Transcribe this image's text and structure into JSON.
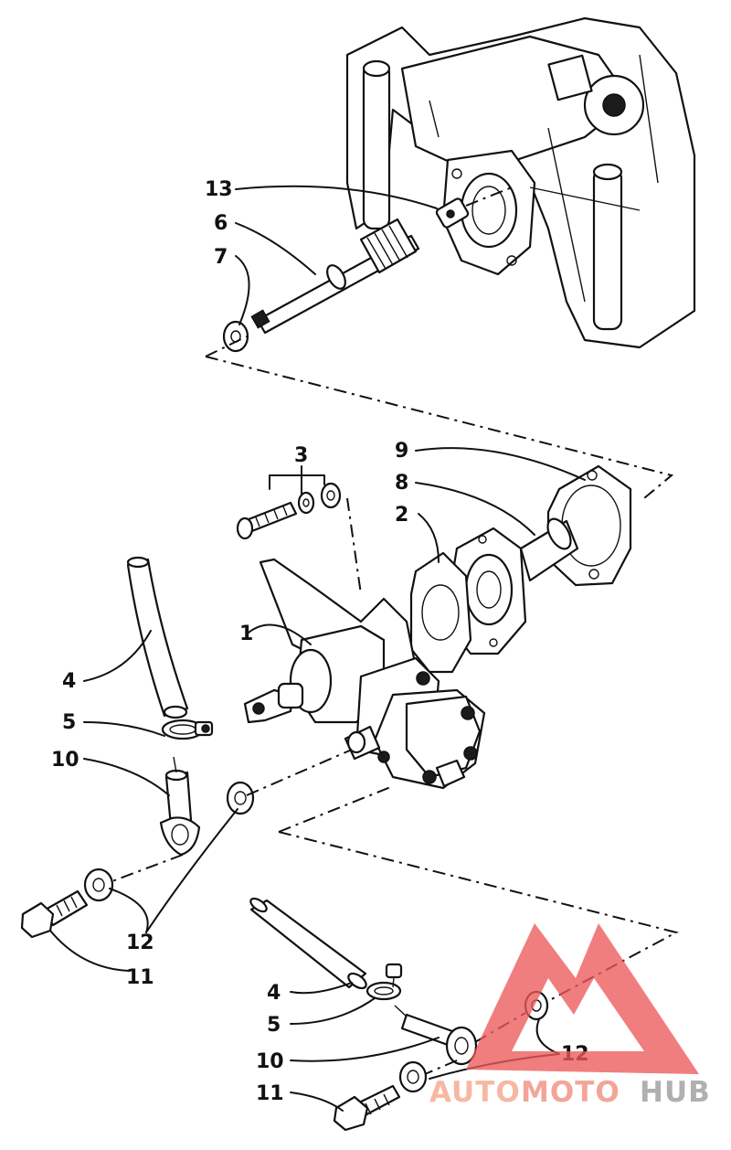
{
  "callouts": {
    "c13": "13",
    "c6": "6",
    "c7": "7",
    "c3": "3",
    "c9": "9",
    "c8": "8",
    "c2": "2",
    "c1": "1",
    "c4a": "4",
    "c5a": "5",
    "c10a": "10",
    "c12a": "12",
    "c11a": "11",
    "c4b": "4",
    "c5b": "5",
    "c10b": "10",
    "c11b": "11",
    "c12b": "12"
  },
  "watermark": {
    "auto": "AUTO",
    "moto": "MOTO",
    "hub": "HUB",
    "colors": {
      "auto": "#f4a58a",
      "moto": "#f08c7c",
      "hub": "#9a9a9a",
      "triangle": "#ec5a5a"
    }
  }
}
